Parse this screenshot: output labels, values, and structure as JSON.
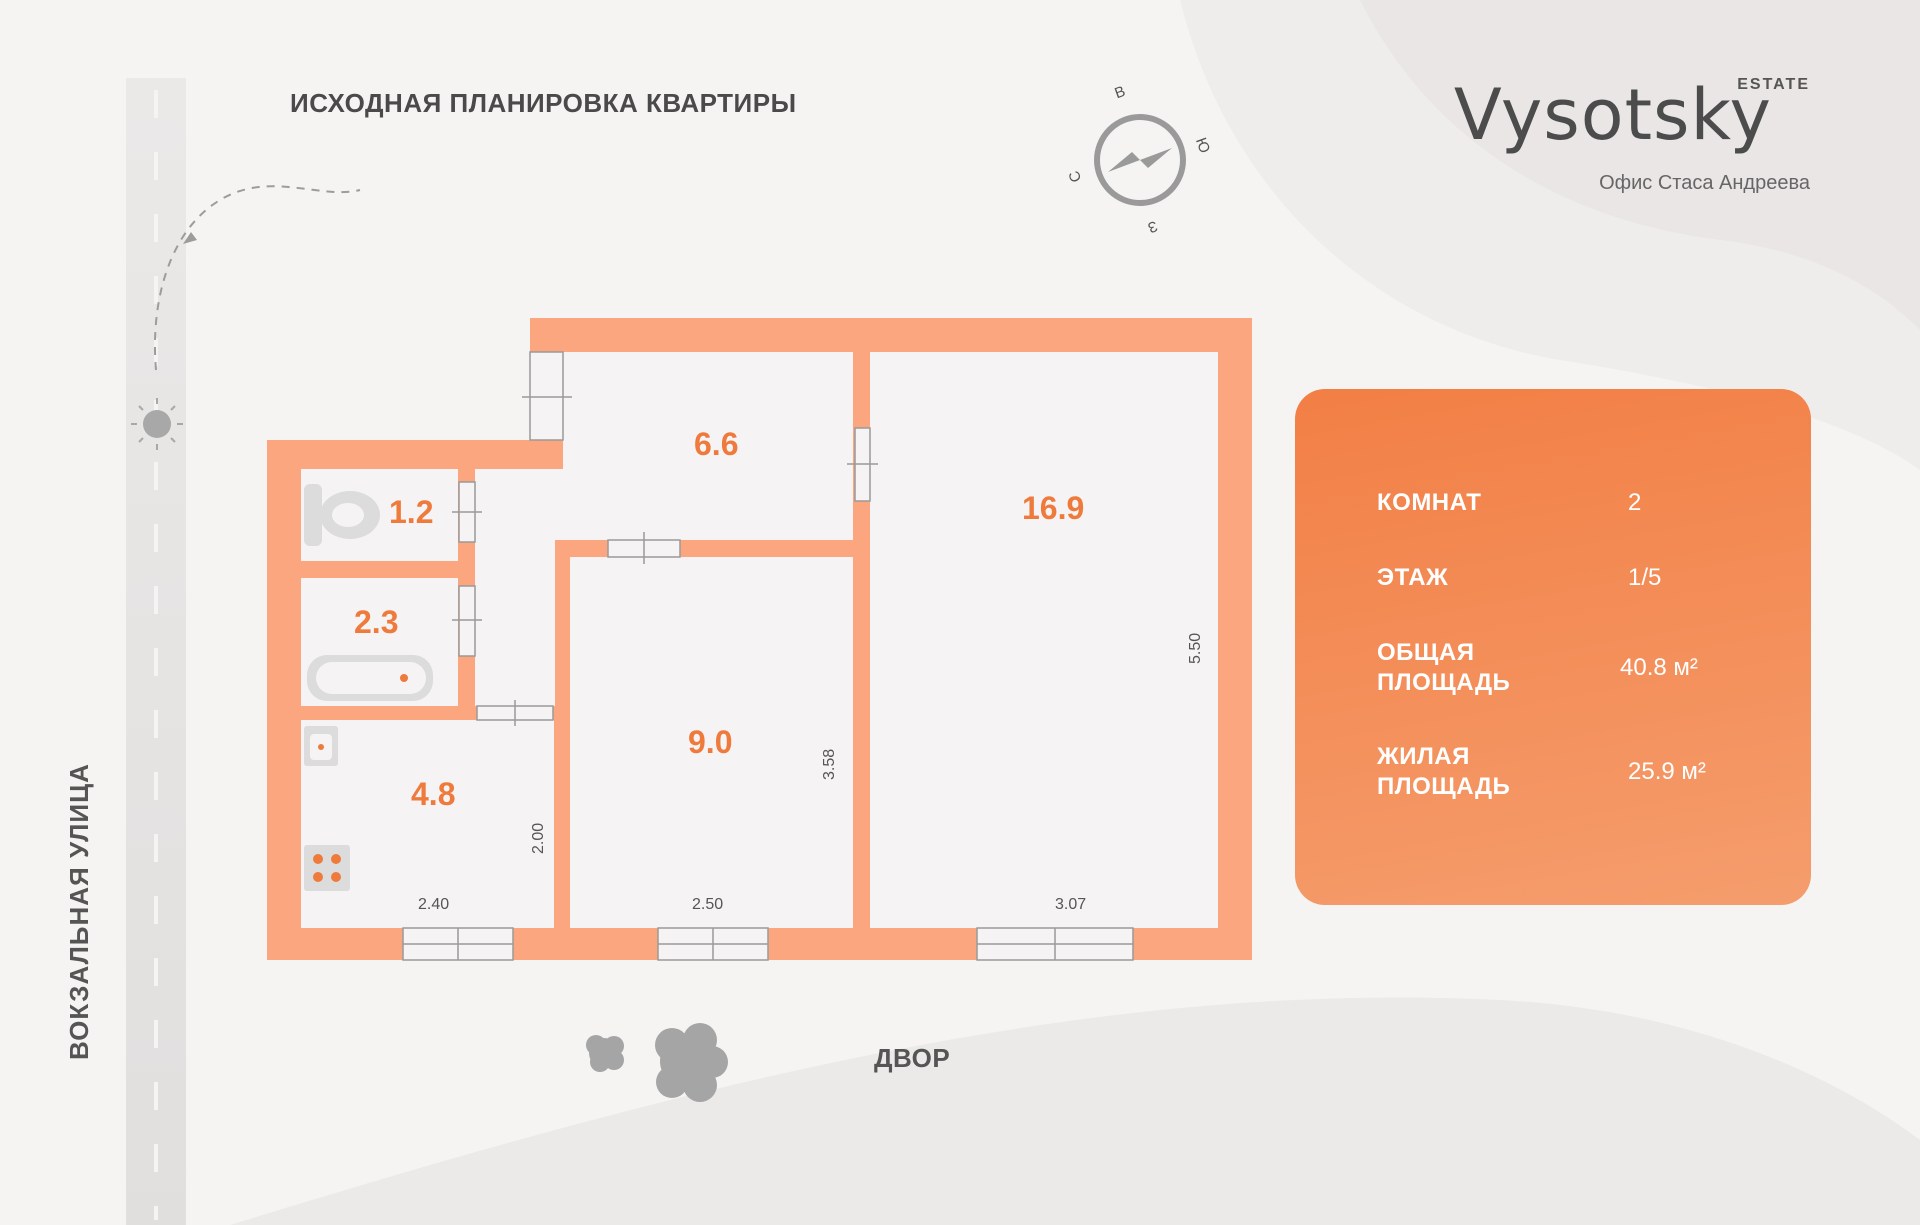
{
  "plan_title": "ИСХОДНАЯ ПЛАНИРОВКА КВАРТИРЫ",
  "brand": {
    "name": "Vysotsky",
    "suffix": "ESTATE",
    "subtitle": "Офис Стаса Андреева"
  },
  "compass": {
    "north": "С",
    "east": "В",
    "south": "Ю",
    "west": "З"
  },
  "street_label": "ВОКЗАЛЬНАЯ УЛИЦА",
  "yard_label": "ДВОР",
  "rooms": [
    {
      "name": "toilet",
      "area": "1.2"
    },
    {
      "name": "bathroom",
      "area": "2.3"
    },
    {
      "name": "kitchen",
      "area": "4.8"
    },
    {
      "name": "hall",
      "area": "6.6"
    },
    {
      "name": "small-room",
      "area": "9.0"
    },
    {
      "name": "large-room",
      "area": "16.9"
    }
  ],
  "dimensions": {
    "kitchen_width": "2.40",
    "kitchen_depth": "2.00",
    "small_room_width": "2.50",
    "small_room_depth": "3.58",
    "large_room_width": "3.07",
    "large_room_depth": "5.50"
  },
  "info": {
    "rooms_label": "КОМНАТ",
    "rooms_value": "2",
    "floor_label": "ЭТАЖ",
    "floor_value": "1/5",
    "total_label_1": "ОБЩАЯ",
    "total_label_2": "ПЛОЩАДЬ",
    "total_value": "40.8 м²",
    "living_label_1": "ЖИЛАЯ",
    "living_label_2": "ПЛОЩАДЬ",
    "living_value": "25.9 м²"
  },
  "colors": {
    "wall": "#fba67f",
    "area_text": "#ee7a3c",
    "card_top": "#f27f45",
    "card_bottom": "#f59d6d"
  }
}
